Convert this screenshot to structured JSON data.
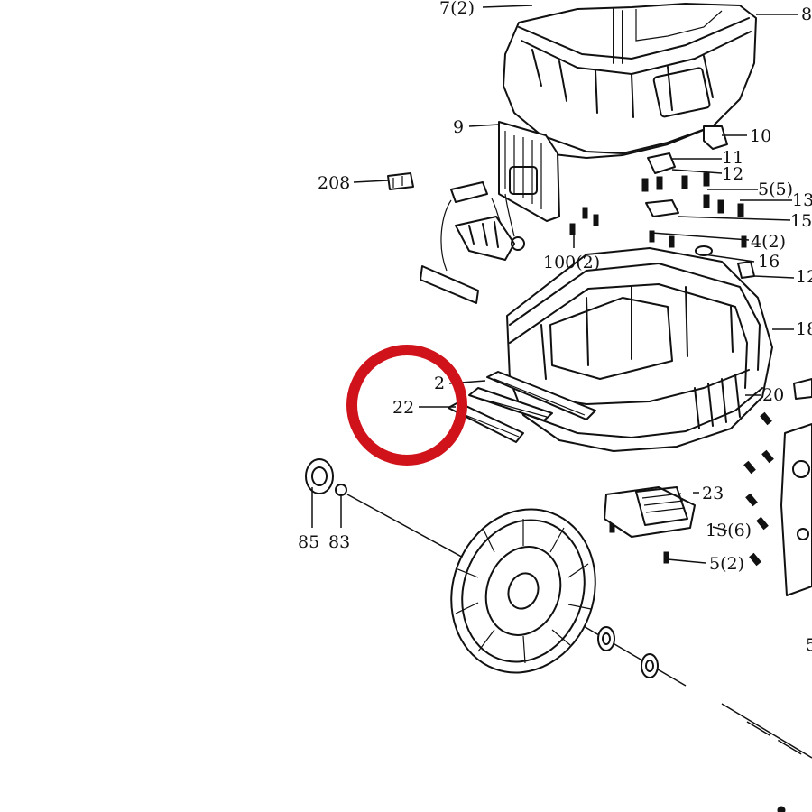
{
  "diagram": {
    "callouts": [
      {
        "id": "7-2",
        "text": "7(2)"
      },
      {
        "id": "8",
        "text": "8"
      },
      {
        "id": "9",
        "text": "9"
      },
      {
        "id": "10",
        "text": "10"
      },
      {
        "id": "11",
        "text": "11"
      },
      {
        "id": "12a",
        "text": "12"
      },
      {
        "id": "208",
        "text": "208"
      },
      {
        "id": "5-5",
        "text": "5(5)"
      },
      {
        "id": "13",
        "text": "13"
      },
      {
        "id": "15",
        "text": "15"
      },
      {
        "id": "4-2",
        "text": "4(2)"
      },
      {
        "id": "100-2",
        "text": "100(2)"
      },
      {
        "id": "16",
        "text": "16"
      },
      {
        "id": "12b",
        "text": "12"
      },
      {
        "id": "18",
        "text": "18"
      },
      {
        "id": "2",
        "text": "2"
      },
      {
        "id": "20",
        "text": "20"
      },
      {
        "id": "22",
        "text": "22"
      },
      {
        "id": "23",
        "text": "23"
      },
      {
        "id": "85",
        "text": "85"
      },
      {
        "id": "83",
        "text": "83"
      },
      {
        "id": "13-6",
        "text": "13(6)"
      },
      {
        "id": "5-2",
        "text": "5(2)"
      },
      {
        "id": "5",
        "text": "5"
      }
    ],
    "highlight": {
      "target": "22",
      "color": "#d0121b"
    }
  }
}
